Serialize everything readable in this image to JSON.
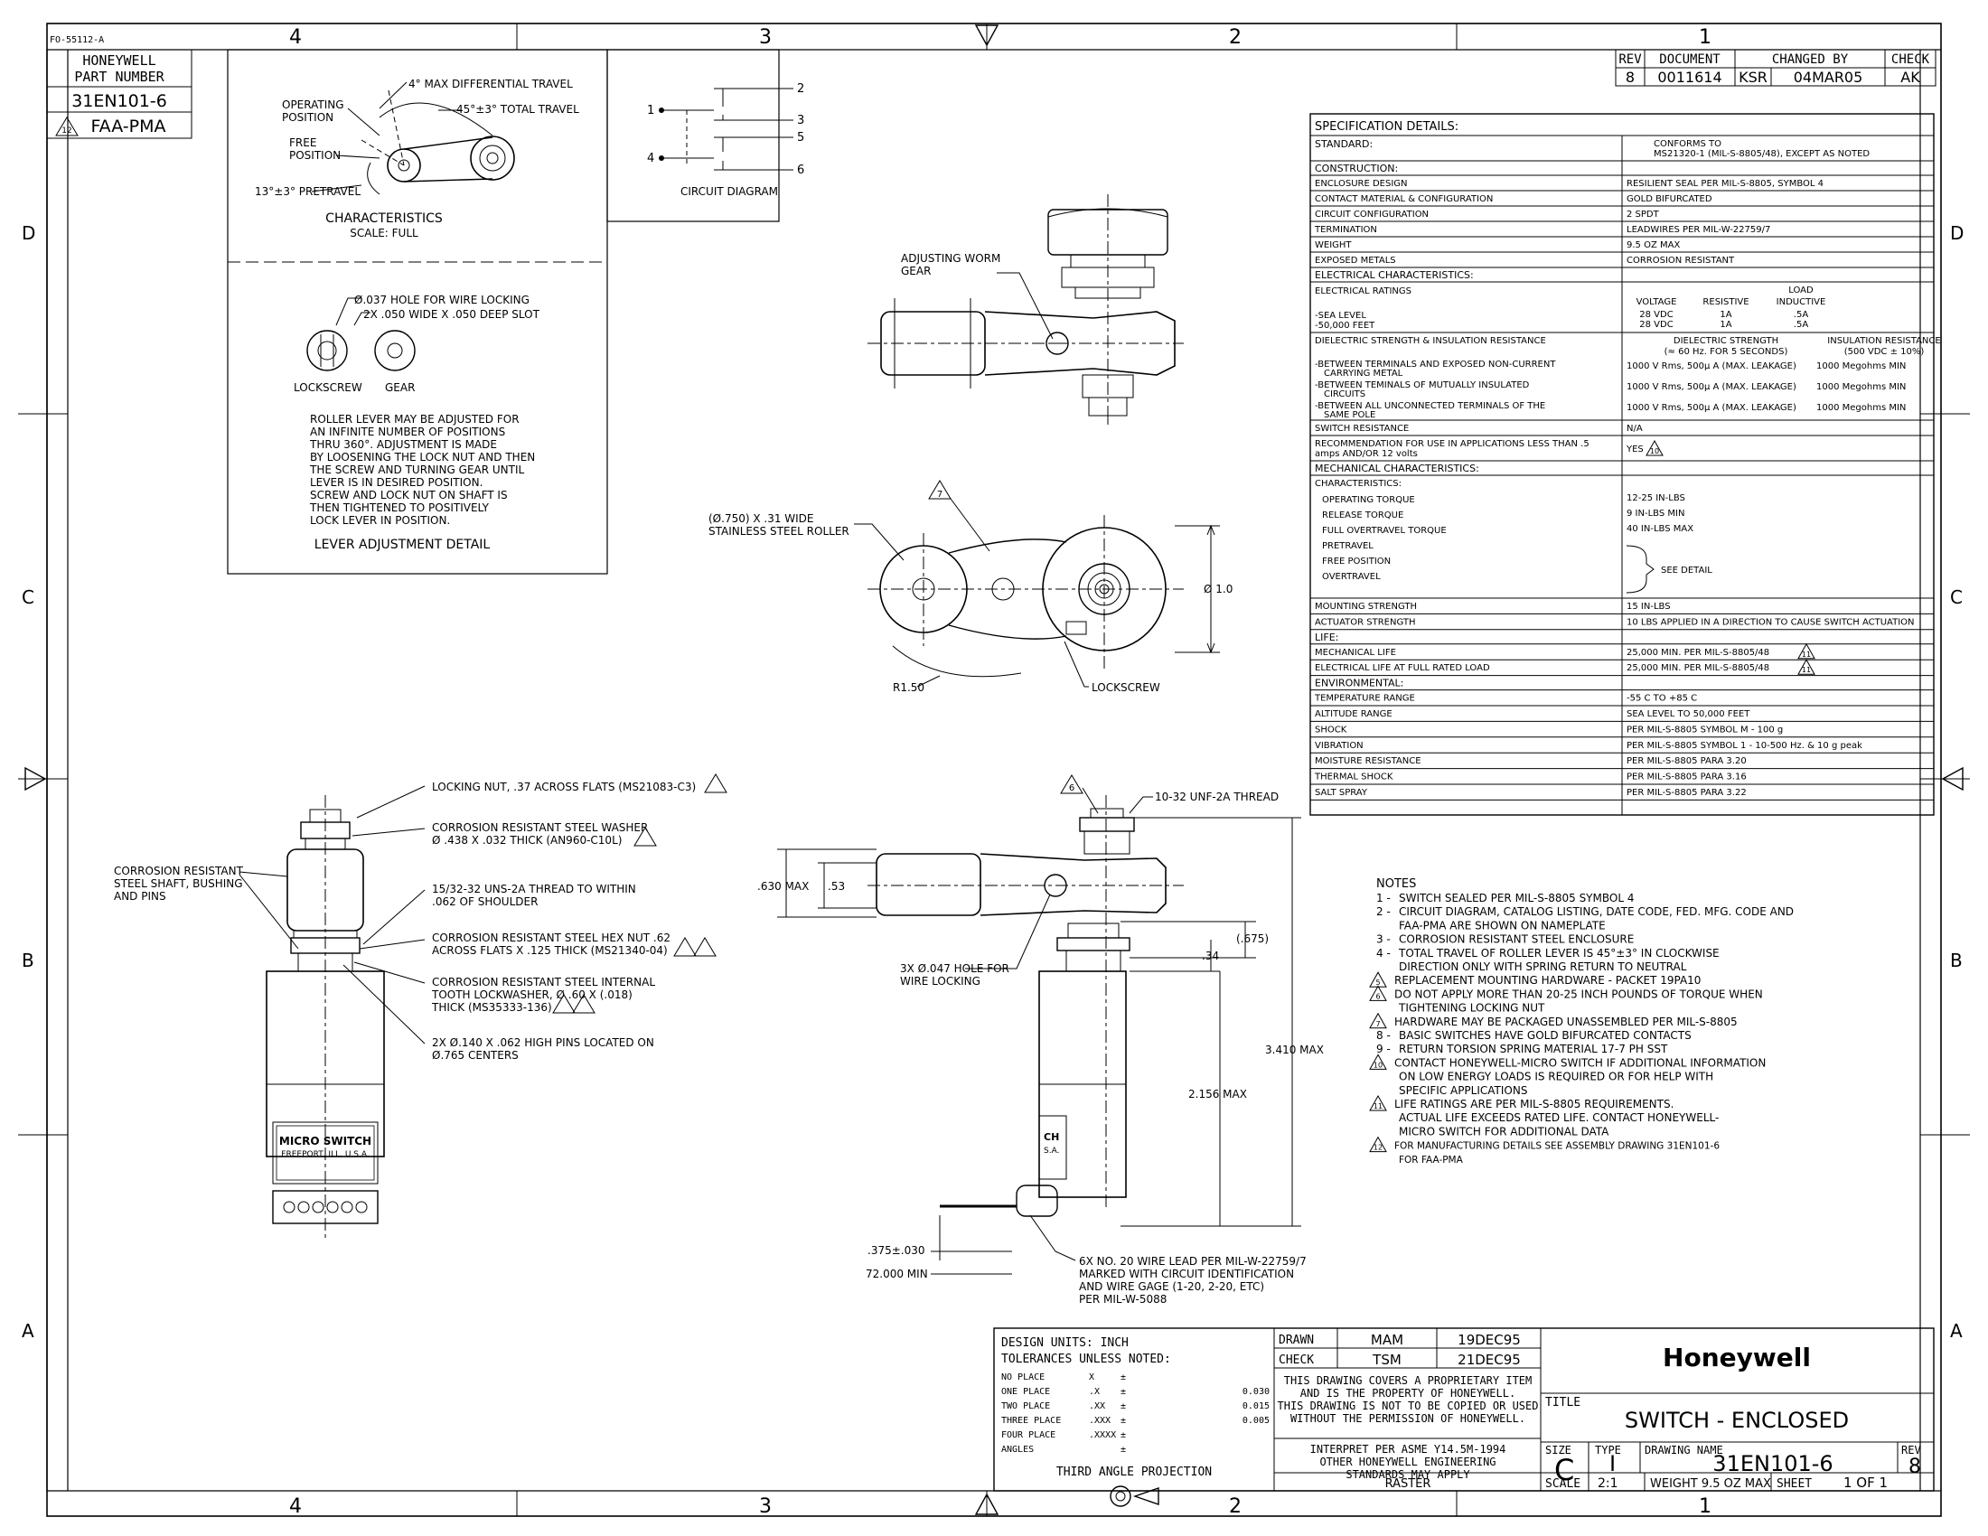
{
  "form_id": "FO-55112-A",
  "zones": {
    "cols": [
      "4",
      "3",
      "2",
      "1"
    ],
    "rows": [
      "D",
      "C",
      "B",
      "A"
    ]
  },
  "part_box": {
    "line1": "HONEYWELL",
    "line2": "PART NUMBER",
    "number": "31EN101-6",
    "faa_flag": "12",
    "faa": "FAA-PMA"
  },
  "rev_table": {
    "headers": [
      "REV",
      "DOCUMENT",
      "CHANGED BY",
      "CHECK"
    ],
    "row": [
      "8",
      "0011614",
      "KSR",
      "04MAR05",
      "AK"
    ]
  },
  "characteristics": {
    "labels": [
      "4° MAX DIFFERENTIAL TRAVEL",
      "45°±3° TOTAL TRAVEL",
      "OPERATING",
      "POSITION",
      "FREE",
      "POSITION",
      "13°±3° PRETRAVEL"
    ],
    "title": "CHARACTERISTICS",
    "scale": "SCALE: FULL"
  },
  "circuit": {
    "terminals": [
      "1",
      "2",
      "3",
      "4",
      "5",
      "6"
    ],
    "title": "CIRCUIT DIAGRAM"
  },
  "lever_detail": {
    "hole": "Ø.037 HOLE FOR WIRE LOCKING",
    "slot": "2X .050 WIDE X .050 DEEP SLOT",
    "lockscrew": "LOCKSCREW",
    "gear": "GEAR",
    "text": [
      "ROLLER LEVER MAY BE ADJUSTED FOR",
      "AN INFINITE NUMBER OF POSITIONS",
      "THRU 360°.  ADJUSTMENT IS MADE",
      "BY LOOSENING THE LOCK NUT AND THEN",
      "THE SCREW AND TURNING GEAR UNTIL",
      "LEVER IS IN DESIRED POSITION.",
      "SCREW AND LOCK NUT ON SHAFT IS",
      "THEN TIGHTENED TO POSITIVELY",
      "LOCK LEVER IN POSITION."
    ],
    "title": "LEVER ADJUSTMENT DETAIL"
  },
  "top_view": {
    "worm1": "ADJUSTING WORM",
    "worm2": "GEAR",
    "roller1": "(Ø.750) X .31 WIDE",
    "roller2": "STAINLESS STEEL ROLLER",
    "flag7": "7",
    "dia": "Ø 1.0",
    "radius": "R1.50",
    "lockscrew": "LOCKSCREW"
  },
  "front_view": {
    "callouts": [
      [
        "LOCKING NUT, .37 ACROSS FLATS (MS21083-C3)"
      ],
      [
        "CORROSION RESISTANT STEEL WASHER",
        "Ø .438 X .032 THICK (AN960-C10L)"
      ],
      [
        "15/32-32 UNS-2A THREAD TO WITHIN",
        ".062 OF SHOULDER"
      ],
      [
        "CORROSION RESISTANT STEEL HEX NUT .62",
        "ACROSS FLATS X .125 THICK (MS21340-04)"
      ],
      [
        "CORROSION RESISTANT STEEL INTERNAL",
        "TOOTH LOCKWASHER, Ø .60 X (.018)",
        "THICK (MS35333-136)"
      ],
      [
        "2X Ø.140 X .062 HIGH PINS LOCATED ON",
        "Ø.765 CENTERS"
      ]
    ],
    "left_note": [
      "CORROSION RESISTANT",
      "STEEL SHAFT, BUSHING",
      "AND PINS"
    ],
    "brand": "MICRO SWITCH",
    "city": "FREEPORT, ILL. U.S.A."
  },
  "side_view": {
    "thread": "10-32 UNF-2A THREAD",
    "flag6": "6",
    "dims": [
      ".630 MAX",
      ".53",
      "(.675)",
      ".34",
      "3.410 MAX",
      "2.156 MAX",
      ".375±.030",
      "72.000 MIN"
    ],
    "hole": [
      "3X Ø.047 HOLE FOR",
      "WIRE LOCKING"
    ],
    "lead": [
      "6X NO. 20 WIRE LEAD PER MIL-W-22759/7",
      "MARKED WITH CIRCUIT IDENTIFICATION",
      "AND WIRE GAGE (1-20, 2-20, ETC)",
      "PER MIL-W-5088"
    ],
    "label_frag": "CH",
    "label_frag2": "S.A."
  },
  "spec": {
    "title": "SPECIFICATION DETAILS:",
    "rows": [
      {
        "h": "STANDARD:",
        "v": "CONFORMS TO",
        "v2": "MS21320-1 (MIL-S-8805/48), EXCEPT AS NOTED"
      },
      {
        "s": "CONSTRUCTION:"
      },
      {
        "k": "ENCLOSURE DESIGN",
        "v": "RESILIENT SEAL PER MIL-S-8805, SYMBOL 4"
      },
      {
        "k": "CONTACT MATERIAL & CONFIGURATION",
        "v": "GOLD BIFURCATED"
      },
      {
        "k": "CIRCUIT CONFIGURATION",
        "v": "2 SPDT"
      },
      {
        "k": "TERMINATION",
        "v": "LEADWIRES PER MIL-W-22759/7"
      },
      {
        "k": "WEIGHT",
        "v": "9.5 OZ MAX"
      },
      {
        "k": "EXPOSED METALS",
        "v": "CORROSION RESISTANT"
      },
      {
        "s": "ELECTRICAL CHARACTERISTICS:"
      }
    ],
    "elec": {
      "ratings": "ELECTRICAL RATINGS",
      "sea": "-SEA LEVEL",
      "ft": "-50,000 FEET",
      "load": "LOAD",
      "voltage": "VOLTAGE",
      "resistive": "RESISTIVE",
      "inductive": "INDUCTIVE",
      "r1": [
        "28 VDC",
        "1A",
        ".5A"
      ],
      "r2": [
        "28 VDC",
        "1A",
        ".5A"
      ]
    },
    "diel": {
      "k": "DIELECTRIC STRENGTH & INSULATION RESISTANCE",
      "h1": "DIELECTRIC STRENGTH",
      "h1b": "(≈ 60 Hz. FOR 5 SECONDS)",
      "h2": "INSULATION RESISTANCE",
      "h2b": "(500 VDC ± 10%)",
      "rows": [
        {
          "k": "-BETWEEN TERMINALS AND EXPOSED NON-CURRENT",
          "k2": "CARRYING METAL",
          "a": "1000 V Rms, 500μ A (MAX. LEAKAGE)",
          "b": "1000 Megohms MIN"
        },
        {
          "k": "-BETWEEN TEMINALS OF MUTUALLY INSULATED",
          "k2": "CIRCUITS",
          "a": "1000 V Rms, 500μ A (MAX. LEAKAGE)",
          "b": "1000 Megohms MIN"
        },
        {
          "k": "-BETWEEN ALL UNCONNECTED TERMINALS OF THE",
          "k2": "SAME POLE",
          "a": "1000 V Rms, 500μ A (MAX. LEAKAGE)",
          "b": "1000 Megohms MIN"
        }
      ]
    },
    "rows2": [
      {
        "k": "SWITCH RESISTANCE",
        "v": "N/A"
      },
      {
        "k": "RECOMMENDATION FOR USE IN APPLICATIONS LESS THAN .5",
        "k2": "amps AND/OR 12 volts",
        "v": "YES",
        "flag": "10"
      },
      {
        "s": "MECHANICAL CHARACTERISTICS:"
      }
    ],
    "mech": {
      "k": "CHARACTERISTICS:",
      "items": [
        "OPERATING TORQUE",
        "RELEASE TORQUE",
        "FULL OVERTRAVEL TORQUE",
        "PRETRAVEL",
        "FREE POSITION",
        "OVERTRAVEL"
      ],
      "vals": [
        "12-25 IN-LBS",
        "9 IN-LBS MIN",
        "40 IN-LBS MAX"
      ],
      "see": "SEE DETAIL"
    },
    "rows3": [
      {
        "k": "MOUNTING STRENGTH",
        "v": "15 IN-LBS"
      },
      {
        "k": "ACTUATOR STRENGTH",
        "v": "10 LBS APPLIED IN A DIRECTION TO CAUSE SWITCH ACTUATION"
      },
      {
        "s": "LIFE:"
      },
      {
        "k": "MECHANICAL LIFE",
        "v": "25,000 MIN. PER MIL-S-8805/48",
        "flag": "11"
      },
      {
        "k": "ELECTRICAL LIFE AT FULL RATED LOAD",
        "v": "25,000 MIN. PER MIL-S-8805/48",
        "flag": "11"
      },
      {
        "s": "ENVIRONMENTAL:"
      },
      {
        "k": "TEMPERATURE RANGE",
        "v": "-55 C TO +85 C"
      },
      {
        "k": "ALTITUDE RANGE",
        "v": "SEA LEVEL TO 50,000 FEET"
      },
      {
        "k": "SHOCK",
        "v": "PER MIL-S-8805 SYMBOL M - 100 g"
      },
      {
        "k": "VIBRATION",
        "v": "PER MIL-S-8805 SYMBOL 1 - 10-500 Hz. & 10 g peak"
      },
      {
        "k": "MOISTURE RESISTANCE",
        "v": "PER MIL-S-8805 PARA 3.20"
      },
      {
        "k": "THERMAL SHOCK",
        "v": "PER MIL-S-8805 PARA 3.16"
      },
      {
        "k": "SALT SPRAY",
        "v": "PER MIL-S-8805 PARA 3.22"
      }
    ]
  },
  "notes": {
    "title": "NOTES",
    "items": [
      {
        "n": "1 -",
        "t": [
          "SWITCH SEALED PER MIL-S-8805 SYMBOL 4"
        ]
      },
      {
        "n": "2 -",
        "t": [
          "CIRCUIT DIAGRAM, CATALOG LISTING, DATE CODE, FED. MFG. CODE AND",
          "FAA-PMA  ARE SHOWN ON NAMEPLATE"
        ]
      },
      {
        "n": "3 -",
        "t": [
          "CORROSION RESISTANT STEEL ENCLOSURE"
        ]
      },
      {
        "n": "4 -",
        "t": [
          "TOTAL TRAVEL OF ROLLER LEVER IS 45°±3° IN CLOCKWISE",
          "DIRECTION ONLY WITH SPRING RETURN TO NEUTRAL"
        ]
      },
      {
        "f": "5",
        "t": [
          "REPLACEMENT MOUNTING HARDWARE - PACKET 19PA10"
        ]
      },
      {
        "f": "6",
        "t": [
          "DO NOT APPLY MORE THAN 20-25 INCH POUNDS OF TORQUE WHEN",
          "TIGHTENING LOCKING NUT"
        ]
      },
      {
        "f": "7",
        "t": [
          "HARDWARE MAY BE PACKAGED UNASSEMBLED PER MIL-S-8805"
        ]
      },
      {
        "n": "8 -",
        "t": [
          "BASIC SWITCHES HAVE GOLD BIFURCATED CONTACTS"
        ]
      },
      {
        "n": "9 -",
        "t": [
          "RETURN TORSION SPRING MATERIAL 17-7 PH SST"
        ]
      },
      {
        "f": "10",
        "t": [
          "CONTACT HONEYWELL-MICRO SWITCH IF ADDITIONAL INFORMATION",
          "ON LOW ENERGY LOADS IS REQUIRED OR FOR HELP WITH",
          "SPECIFIC APPLICATIONS"
        ]
      },
      {
        "f": "11",
        "t": [
          "LIFE RATINGS ARE PER MIL-S-8805 REQUIREMENTS.",
          "ACTUAL LIFE EXCEEDS RATED LIFE.  CONTACT HONEYWELL-",
          "MICRO SWITCH FOR ADDITIONAL DATA"
        ]
      },
      {
        "f": "12",
        "t": [
          "FOR MANUFACTURING DETAILS SEE ASSEMBLY DRAWING  31EN101-6",
          "FOR FAA-PMA"
        ]
      }
    ]
  },
  "title_block": {
    "units": "DESIGN UNITS:  INCH",
    "tol": "TOLERANCES UNLESS NOTED:",
    "places": [
      [
        "NO PLACE",
        "X",
        "±",
        ""
      ],
      [
        "ONE PLACE",
        ".X",
        "±",
        "0.030"
      ],
      [
        "TWO PLACE",
        ".XX",
        "±",
        "0.015"
      ],
      [
        "THREE PLACE",
        ".XXX",
        "±",
        "0.005"
      ],
      [
        "FOUR PLACE",
        ".XXXX",
        "±",
        ""
      ],
      [
        "ANGLES",
        "",
        "±",
        ""
      ]
    ],
    "projection": "THIRD ANGLE PROJECTION",
    "drawn": [
      "DRAWN",
      "MAM",
      "19DEC95"
    ],
    "check": [
      "CHECK",
      "TSM",
      "21DEC95"
    ],
    "prop": [
      "THIS DRAWING COVERS A PROPRIETARY ITEM",
      "AND IS THE PROPERTY OF HONEYWELL.",
      "THIS DRAWING IS NOT TO BE COPIED OR USED",
      "WITHOUT THE PERMISSION OF HONEYWELL."
    ],
    "asme": [
      "INTERPRET PER ASME Y14.5M-1994",
      "OTHER HONEYWELL ENGINEERING",
      "STANDARDS MAY APPLY"
    ],
    "raster": "RASTER",
    "company": "Honeywell",
    "title_label": "TITLE",
    "title": "SWITCH - ENCLOSED",
    "size_label": "SIZE",
    "size": "C",
    "type_label": "TYPE",
    "type": "I",
    "dwg_label": "DRAWING NAME",
    "dwg": "31EN101-6",
    "rev_label": "REV",
    "rev": "8",
    "scale_label": "SCALE",
    "scale": "2:1",
    "weight": "WEIGHT 9.5 OZ MAX",
    "sheet_label": "SHEET",
    "sheet": "1 OF 1"
  }
}
